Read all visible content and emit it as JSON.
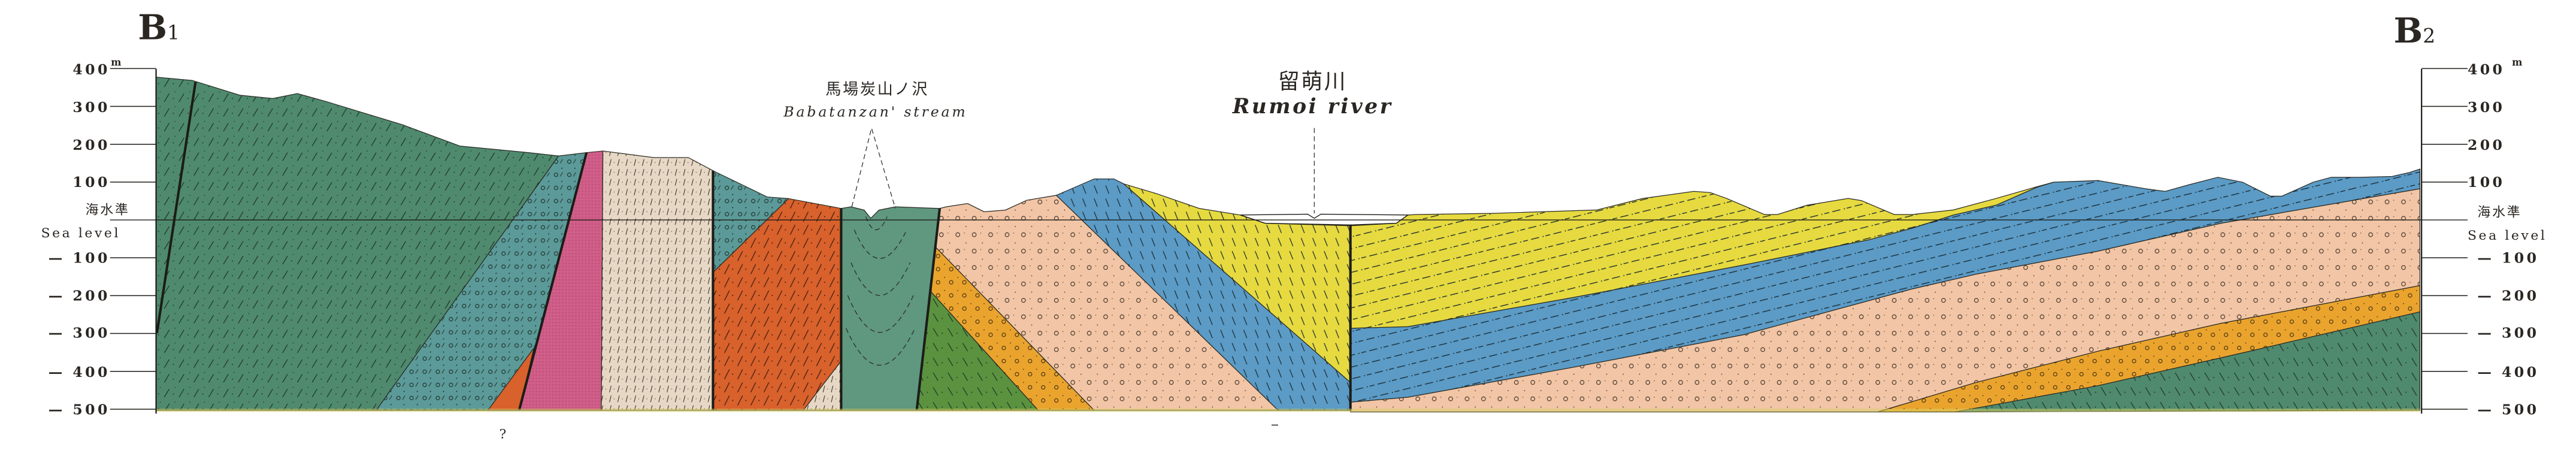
{
  "endpoints": {
    "left": {
      "letter": "B",
      "sub": "1"
    },
    "right": {
      "letter": "B",
      "sub": "2"
    }
  },
  "axis": {
    "unit": "m",
    "ticks": [
      400,
      300,
      200,
      100,
      0,
      -100,
      -200,
      -300,
      -400,
      -500
    ],
    "left_labels": [
      "400",
      "300",
      "200",
      "100",
      "— 100",
      "— 200",
      "— 300",
      "— 400",
      "— 500"
    ],
    "right_labels": [
      "400",
      "300",
      "200",
      "100",
      "— 100",
      "— 200",
      "— 300",
      "— 400",
      "— 500"
    ],
    "sea_level_jp": "海水準",
    "sea_level_en": "Sea level"
  },
  "places": {
    "stream_jp": "馬場炭山ノ沢",
    "stream_en": "Babatanzan' stream",
    "river_jp": "留萌川",
    "river_en": "Rumoi river"
  },
  "annotations": {
    "unknown_mark": "?"
  },
  "colors": {
    "green_mudstone": "#4f8a6e",
    "teal_conglomerate": "#5b9a98",
    "pink_intrusive": "#c9557f",
    "beige_sandstone": "#e7d8c6",
    "orange_sandstone": "#d8612c",
    "syncline_green": "#5f977f",
    "dark_green": "#5b923f",
    "orange_yellow": "#eaa42e",
    "peach_conglomerate": "#f1c5a5",
    "blue_mudstone": "#5b9bc6",
    "yellow_siltstone": "#e6da40"
  }
}
